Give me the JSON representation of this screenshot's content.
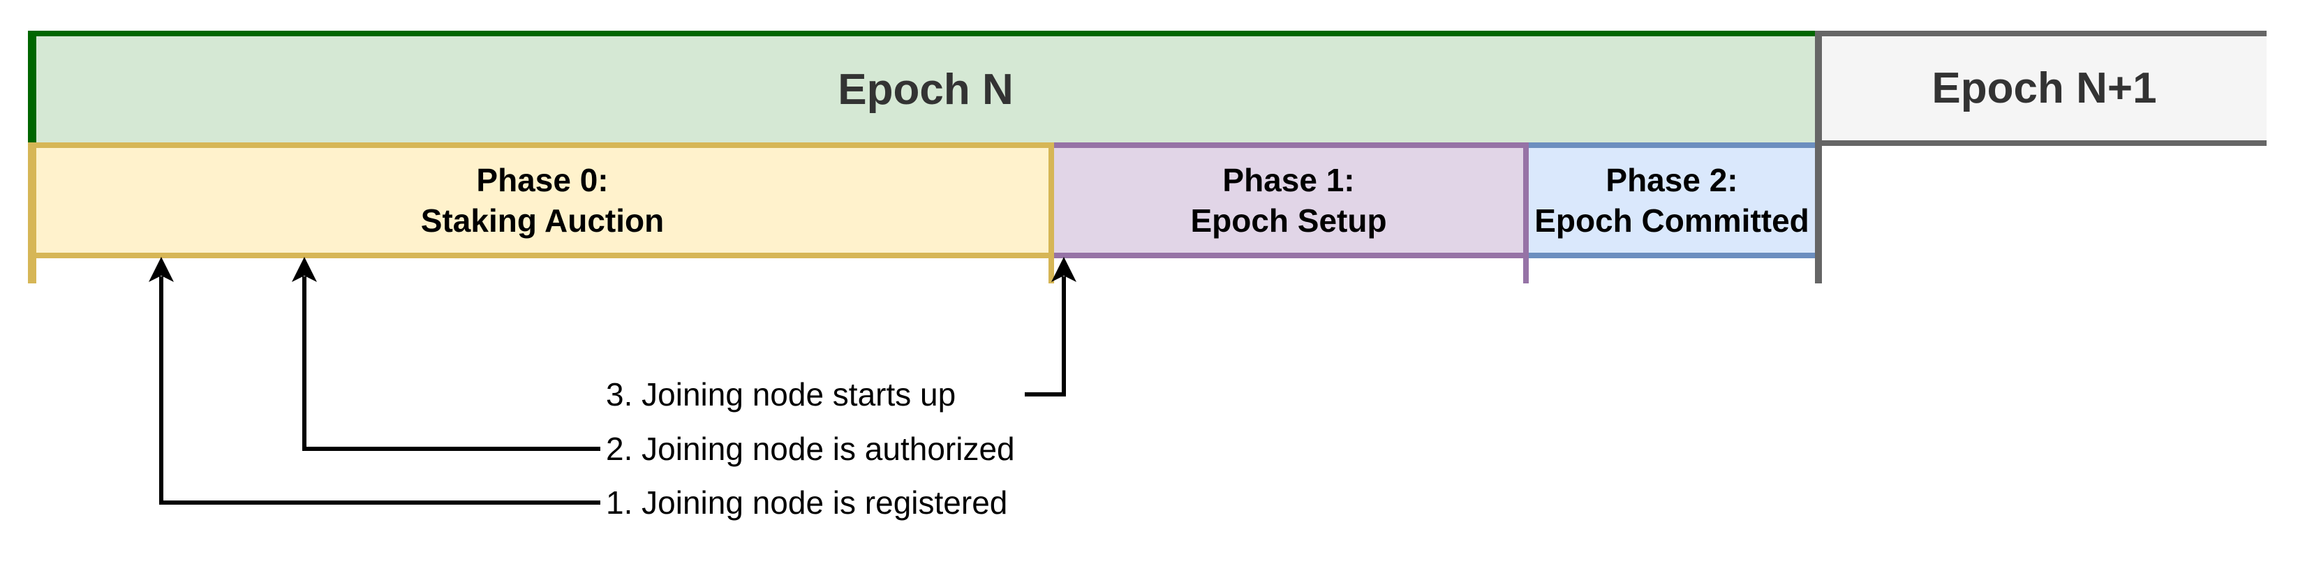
{
  "diagram": {
    "epochs": [
      {
        "label": "Epoch N"
      },
      {
        "label": "Epoch N+1"
      }
    ],
    "phases": [
      {
        "title": "Phase 0:",
        "subtitle": "Staking Auction"
      },
      {
        "title": "Phase 1:",
        "subtitle": "Epoch Setup"
      },
      {
        "title": "Phase 2:",
        "subtitle": "Epoch Committed"
      }
    ],
    "annotations": [
      {
        "label": "1. Joining node is registered"
      },
      {
        "label": "2. Joining node is authorized"
      },
      {
        "label": "3. Joining node starts up"
      }
    ]
  },
  "colors": {
    "epoch_n_fill": "#d5e8d4",
    "epoch_n_border": "#006600",
    "epoch_n1_fill": "#f5f5f5",
    "epoch_n1_border": "#666666",
    "phase0_fill": "#fff2cc",
    "phase0_border": "#d6b656",
    "phase1_fill": "#e1d5e7",
    "phase1_border": "#9673a6",
    "phase2_fill": "#dae8fc",
    "phase2_border": "#6c8ebf",
    "divider": "#666666",
    "arrow": "#000000",
    "epoch_text": "#333333",
    "phase_text": "#000000"
  }
}
